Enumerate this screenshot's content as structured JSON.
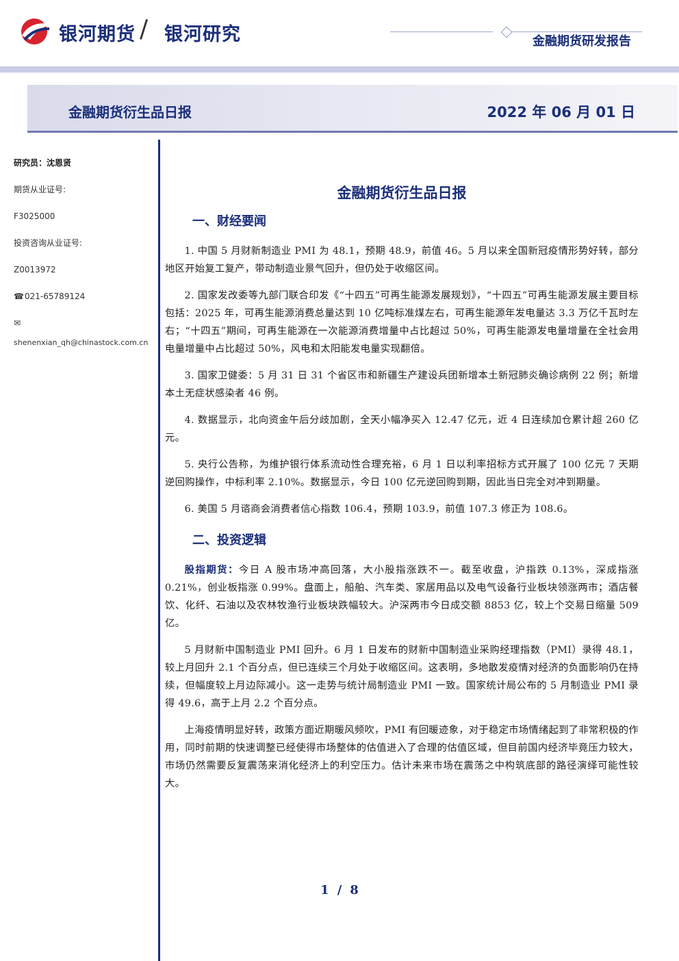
{
  "header": {
    "brand": "银河期货",
    "slash": "/",
    "brand_sub": "银河研究",
    "report_type": "金融期货研发报告",
    "logo_icon": "galaxy-logo-icon",
    "accent": "#1b2f7a",
    "logo_red": "#d7232e"
  },
  "banner": {
    "title": "金融期货衍生品日报",
    "date": "2022 年 06 月 01 日"
  },
  "sidebar": {
    "analyst": "研究员：沈恩贤",
    "futures_cert_label": "期货从业证号:",
    "futures_cert": "F3025000",
    "advisory_cert_label": "投资咨询从业证号:",
    "advisory_cert": "Z0013972",
    "phone_icon": "phone-icon",
    "phone": "021-65789124",
    "email_icon": "mail-icon",
    "email": "shenenxian_qh@chinastock.com.cn"
  },
  "main": {
    "title": "金融期货衍生品日报",
    "section1": "一、财经要闻",
    "news": [
      "1. 中国 5 月财新制造业 PMI 为 48.1，预期 48.9，前值 46。5 月以来全国新冠疫情形势好转，部分地区开始复工复产，带动制造业景气回升，但仍处于收缩区间。",
      "2. 国家发改委等九部门联合印发《“十四五”可再生能源发展规划》，“十四五”可再生能源发展主要目标包括：2025 年，可再生能源消费总量达到 10 亿吨标准煤左右，可再生能源年发电量达 3.3 万亿千瓦时左右；“十四五”期间，可再生能源在一次能源消费增量中占比超过 50%，可再生能源发电量增量在全社会用电量增量中占比超过 50%，风电和太阳能发电量实现翻倍。",
      "3. 国家卫健委：5 月 31 日 31 个省区市和新疆生产建设兵团新增本土新冠肺炎确诊病例 22 例；新增本土无症状感染者 46 例。",
      "4. 数据显示，北向资金午后分歧加剧，全天小幅净买入 12.47 亿元，近 4 日连续加仓累计超 260 亿元。",
      "5. 央行公告称，为维护银行体系流动性合理充裕，6 月 1 日以利率招标方式开展了 100 亿元 7 天期逆回购操作，中标利率 2.10%。数据显示，今日 100 亿元逆回购到期，因此当日完全对冲到期量。",
      "6. 美国 5 月谘商会消费者信心指数 106.4，预期 103.9，前值 107.3 修正为 108.6。"
    ],
    "section2": "二、投资逻辑",
    "logic_lead": "股指期货：",
    "logic_p1": "今日 A 股市场冲高回落，大小股指涨跌不一。截至收盘，沪指跌 0.13%，深成指涨 0.21%，创业板指涨 0.99%。盘面上，船舶、汽车类、家居用品以及电气设备行业板块领涨两市；酒店餐饮、化纤、石油以及农林牧渔行业板块跌幅较大。沪深两市今日成交额 8853 亿，较上个交易日缩量 509 亿。",
    "logic_p2": "5 月财新中国制造业 PMI 回升。6 月 1 日发布的财新中国制造业采购经理指数（PMI）录得 48.1，较上月回升 2.1 个百分点，但已连续三个月处于收缩区间。这表明，多地散发疫情对经济的负面影响仍在持续，但幅度较上月边际减小。这一走势与统计局制造业 PMI 一致。国家统计局公布的 5 月制造业 PMI 录得 49.6，高于上月 2.2 个百分点。",
    "logic_p3": "上海疫情明显好转，政策方面近期暖风频吹，PMI 有回暖迹象，对于稳定市场情绪起到了非常积极的作用，同时前期的快速调整已经使得市场整体的估值进入了合理的估值区域，但目前国内经济毕竟压力较大，市场仍然需要反复震荡来消化经济上的利空压力。估计未来市场在震荡之中构筑底部的路径演绎可能性较大。"
  },
  "footer": {
    "page": "1",
    "sep": "/",
    "total": "8"
  }
}
